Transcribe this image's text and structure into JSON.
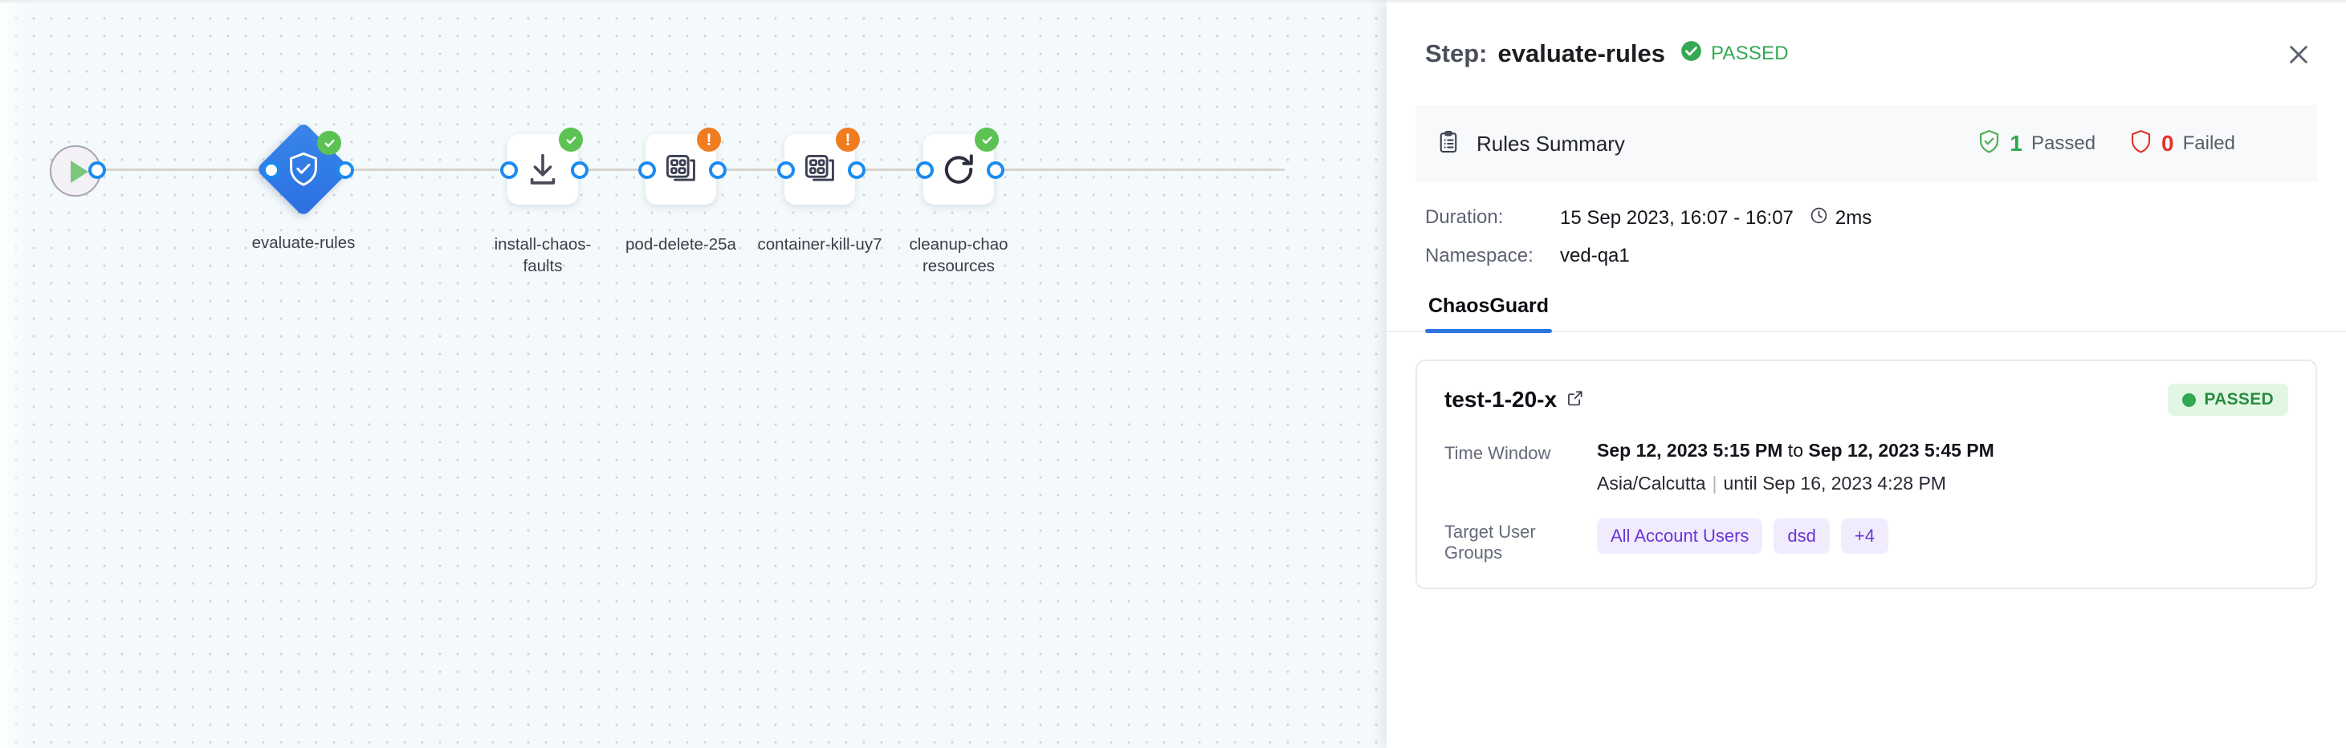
{
  "canvas": {
    "start_node": {
      "name": "start-node",
      "icon": "play-icon"
    },
    "nodes": [
      {
        "id": "evaluate-rules",
        "label": "evaluate-rules",
        "shape": "diamond",
        "icon": "shield-check-icon",
        "status": "success",
        "badge": "check"
      },
      {
        "id": "install-chaos-faults",
        "label": "install-chaos-\nfaults",
        "shape": "box",
        "icon": "download-icon",
        "status": "success",
        "badge": "check"
      },
      {
        "id": "pod-delete-25a",
        "label": "pod-delete-25a",
        "shape": "box",
        "icon": "chaos-fault-icon",
        "status": "warning",
        "badge": "exclamation"
      },
      {
        "id": "container-kill-uy7",
        "label": "container-kill-uy7",
        "shape": "box",
        "icon": "chaos-fault-icon",
        "status": "warning",
        "badge": "exclamation"
      },
      {
        "id": "cleanup-chaos-resources",
        "label": "cleanup-chao\nresources",
        "shape": "box",
        "icon": "refresh-icon",
        "status": "success",
        "badge": "check"
      }
    ]
  },
  "panel": {
    "title_prefix": "Step:",
    "step_name": "evaluate-rules",
    "status_label": "PASSED",
    "status_color": "#34a853",
    "close_label": "✕",
    "rules_summary": {
      "title": "Rules Summary",
      "passed_count": "1",
      "passed_label": "Passed",
      "failed_count": "0",
      "failed_label": "Failed",
      "passed_color": "#2fa84f",
      "failed_color": "#e0352b"
    },
    "meta": [
      {
        "key": "Duration:",
        "value": "15 Sep 2023, 16:07 - 16:07",
        "extra": "2ms",
        "has_clock": true
      },
      {
        "key": "Namespace:",
        "value": "ved-qa1",
        "extra": "",
        "has_clock": false
      }
    ],
    "tabs": [
      {
        "label": "ChaosGuard",
        "active": true
      }
    ],
    "card": {
      "title": "test-1-20-x",
      "link_icon": "external-link-icon",
      "badge_label": "PASSED",
      "badge_color": "#2fa84f",
      "badge_bg": "#e2f7e3",
      "rows": [
        {
          "key": "Time Window",
          "main_a": "Sep 12, 2023 5:15 PM",
          "main_mid": " to ",
          "main_b": "Sep 12, 2023 5:45 PM",
          "sub_tz": "Asia/Calcutta",
          "sub_rest": "until Sep 16, 2023 4:28 PM"
        },
        {
          "key": "Target User Groups",
          "chips": [
            "All Account Users",
            "dsd",
            "+4"
          ]
        }
      ]
    }
  },
  "colors": {
    "accent": "#2c74e0",
    "canvas_bg": "#f4f9fb",
    "success": "#5cc254",
    "warning": "#f07c20",
    "chip_bg": "#f1ecfd",
    "chip_text": "#6b35d6"
  }
}
